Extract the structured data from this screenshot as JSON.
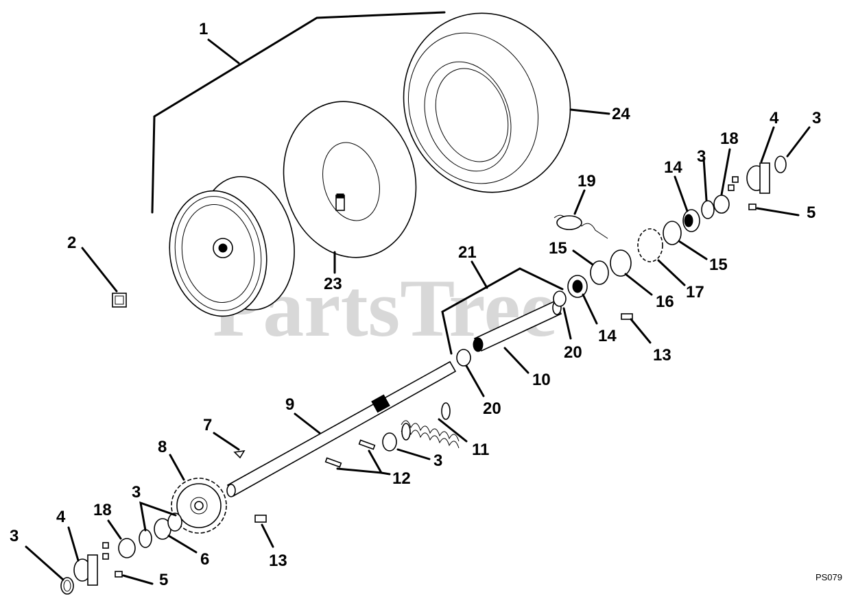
{
  "watermark": "PartsTree",
  "corner_code": "PS079",
  "callouts": [
    {
      "id": "c1",
      "text": "1"
    },
    {
      "id": "c2",
      "text": "2"
    },
    {
      "id": "c3a",
      "text": "3"
    },
    {
      "id": "c3b",
      "text": "3"
    },
    {
      "id": "c3c",
      "text": "3"
    },
    {
      "id": "c3d",
      "text": "3"
    },
    {
      "id": "c3e",
      "text": "3"
    },
    {
      "id": "c4a",
      "text": "4"
    },
    {
      "id": "c4b",
      "text": "4"
    },
    {
      "id": "c5a",
      "text": "5"
    },
    {
      "id": "c5b",
      "text": "5"
    },
    {
      "id": "c6",
      "text": "6"
    },
    {
      "id": "c7",
      "text": "7"
    },
    {
      "id": "c8",
      "text": "8"
    },
    {
      "id": "c9",
      "text": "9"
    },
    {
      "id": "c10",
      "text": "10"
    },
    {
      "id": "c11",
      "text": "11"
    },
    {
      "id": "c12",
      "text": "12"
    },
    {
      "id": "c13a",
      "text": "13"
    },
    {
      "id": "c13b",
      "text": "13"
    },
    {
      "id": "c14a",
      "text": "14"
    },
    {
      "id": "c14b",
      "text": "14"
    },
    {
      "id": "c15a",
      "text": "15"
    },
    {
      "id": "c15b",
      "text": "15"
    },
    {
      "id": "c16",
      "text": "16"
    },
    {
      "id": "c17",
      "text": "17"
    },
    {
      "id": "c18a",
      "text": "18"
    },
    {
      "id": "c18b",
      "text": "18"
    },
    {
      "id": "c19",
      "text": "19"
    },
    {
      "id": "c20a",
      "text": "20"
    },
    {
      "id": "c20b",
      "text": "20"
    },
    {
      "id": "c21",
      "text": "21"
    },
    {
      "id": "c23",
      "text": "23"
    },
    {
      "id": "c24",
      "text": "24"
    }
  ]
}
